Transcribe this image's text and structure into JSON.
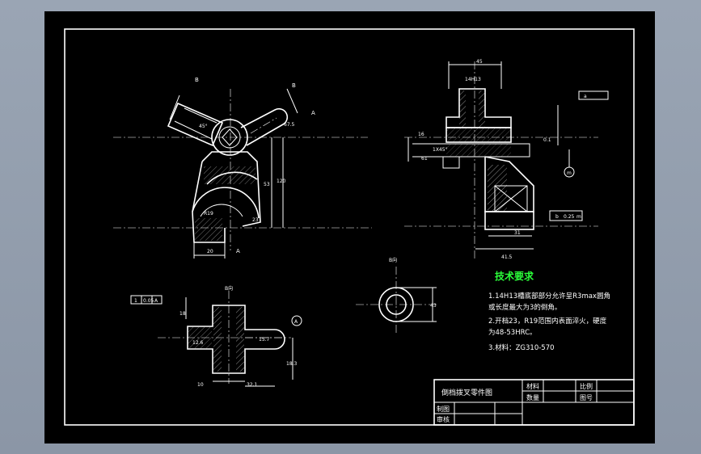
{
  "colors": {
    "background": "#000000",
    "lines": "#ffffff",
    "tech_title": "#2bff3a",
    "frame_outer": "#9aa5b4"
  },
  "tech_requirements": {
    "title": "技术要求",
    "lines": [
      "1.14H13槽底部部分允许呈R3max圆角",
      "或长度最大为3的倒角。",
      "2.开档23，R19范围内表面淬火，硬度",
      "为48-53HRC。",
      "3.材料：ZG310-570"
    ]
  },
  "title_block": {
    "part_name": "倒档拨叉零件图",
    "material_label": "材料",
    "scale_label": "比例",
    "quantity_label": "数量",
    "drawing_no_label": "图号",
    "drawn_label": "制图",
    "checked_label": "审核"
  },
  "dims": {
    "view1": [
      "B",
      "B",
      "A",
      "67.5",
      "53",
      "120",
      "23",
      "R19",
      "20",
      "A",
      "45°"
    ],
    "view2": [
      "45",
      "14H13",
      "16",
      "1X45°",
      "61",
      "41.5",
      "31",
      "b",
      "0.25",
      "m",
      "m",
      "a",
      "0.1"
    ],
    "view3": [
      "1",
      "0.05",
      "A",
      "B向",
      "15.7",
      "12.6",
      "18",
      "10",
      "32.1",
      "A",
      "18.3"
    ],
    "view4": [
      "B向",
      "43"
    ]
  }
}
